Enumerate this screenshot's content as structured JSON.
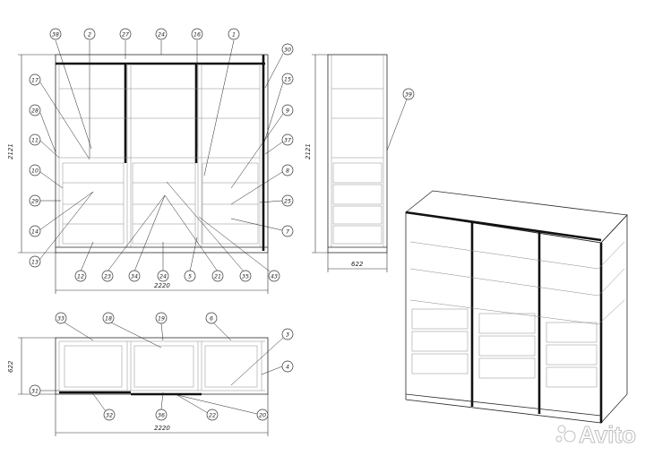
{
  "front_view": {
    "height_dim": "2121",
    "width_dim": "2220",
    "callouts": [
      "38",
      "2",
      "27",
      "24",
      "16",
      "1",
      "30",
      "15",
      "9",
      "37",
      "8",
      "25",
      "7",
      "43",
      "35",
      "21",
      "5",
      "24",
      "34",
      "23",
      "12",
      "13",
      "14",
      "29",
      "10",
      "11",
      "28",
      "17"
    ]
  },
  "side_view": {
    "height_dim": "2121",
    "depth_dim": "622",
    "callouts": [
      "39"
    ]
  },
  "plan_view": {
    "depth_dim": "622",
    "width_dim": "2220",
    "callouts": [
      "33",
      "18",
      "19",
      "6",
      "3",
      "4",
      "20",
      "22",
      "36",
      "32",
      "31"
    ]
  },
  "watermark": {
    "text": "Avito"
  }
}
